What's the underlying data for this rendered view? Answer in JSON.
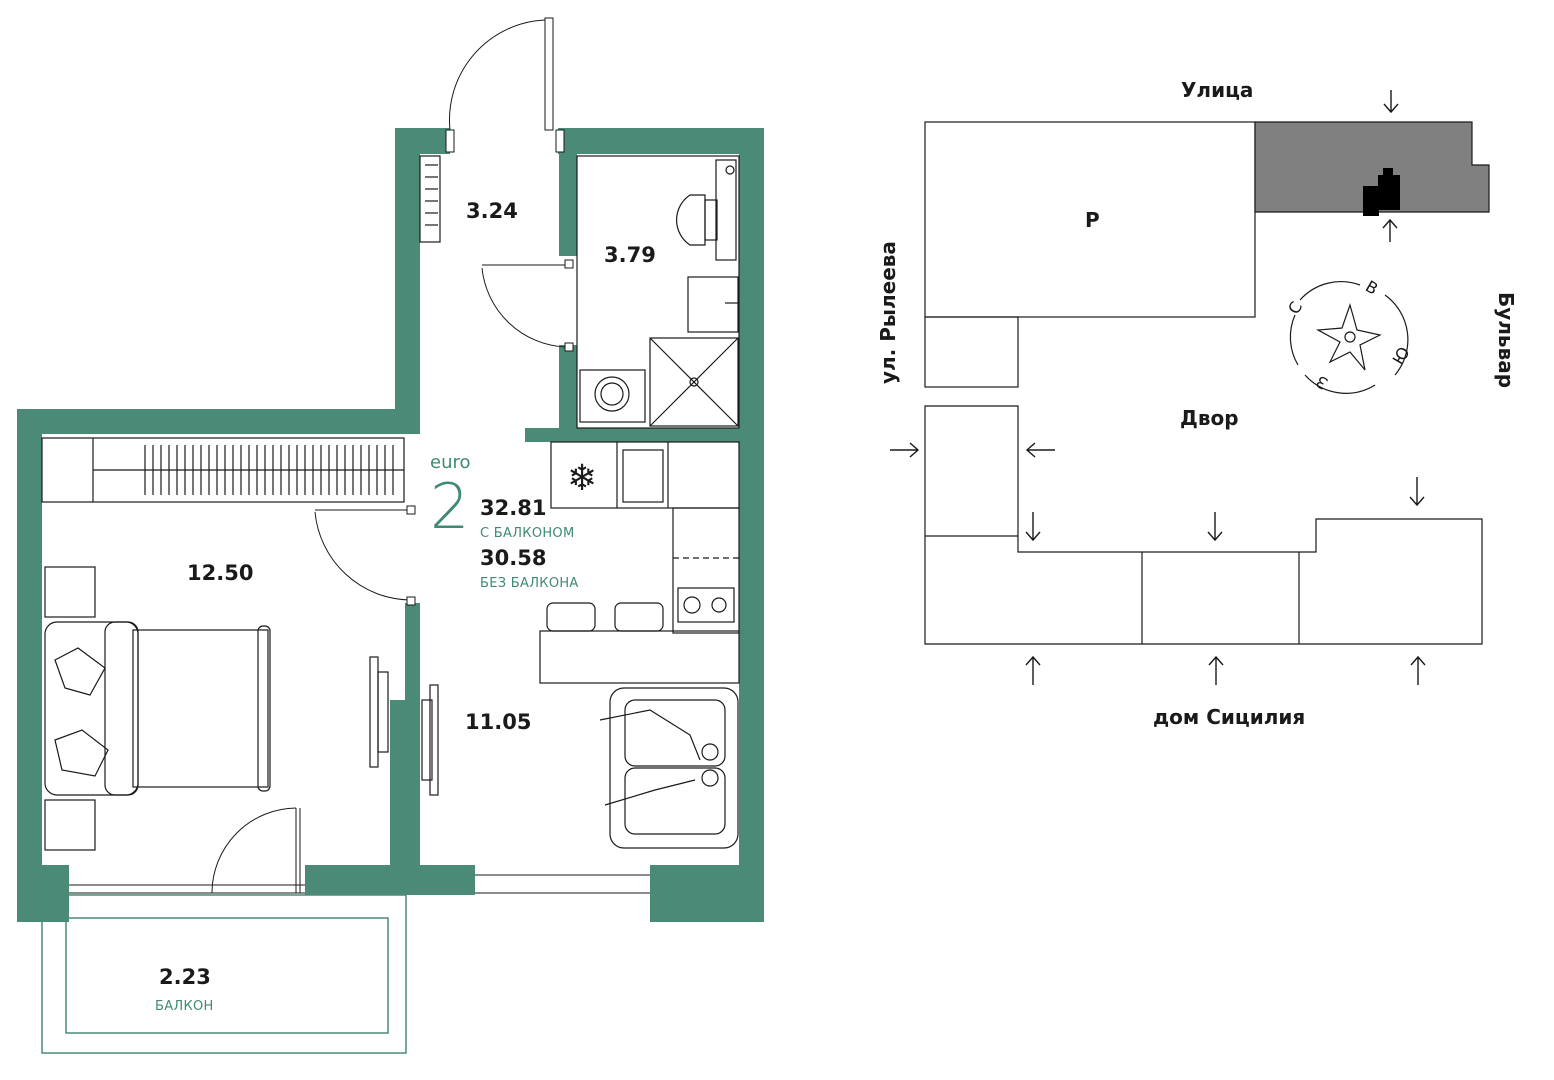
{
  "colors": {
    "wall": "#4a8a76",
    "accent": "#3f8a73",
    "highlight": "#808080",
    "line": "#1a1a1a"
  },
  "apartment": {
    "type_label": "euro",
    "rooms": "2",
    "total_with_balcony": "32.81",
    "with_balcony_label": "С БАЛКОНОМ",
    "total_without_balcony": "30.58",
    "without_balcony_label": "БЕЗ БАЛКОНА"
  },
  "room_areas": {
    "hall": "3.24",
    "bathroom": "3.79",
    "bedroom": "12.50",
    "kitchen_living": "11.05",
    "balcony": "2.23",
    "balcony_label": "БАЛКОН"
  },
  "site_plan": {
    "street_top": "Улица",
    "street_left": "ул. Рылеева",
    "street_right": "Бульвар",
    "yard": "Двор",
    "bottom_house": "дом Сицилия",
    "building_letter": "Р",
    "compass": {
      "north": "С",
      "east": "В",
      "south": "Ю",
      "west": "З"
    }
  }
}
